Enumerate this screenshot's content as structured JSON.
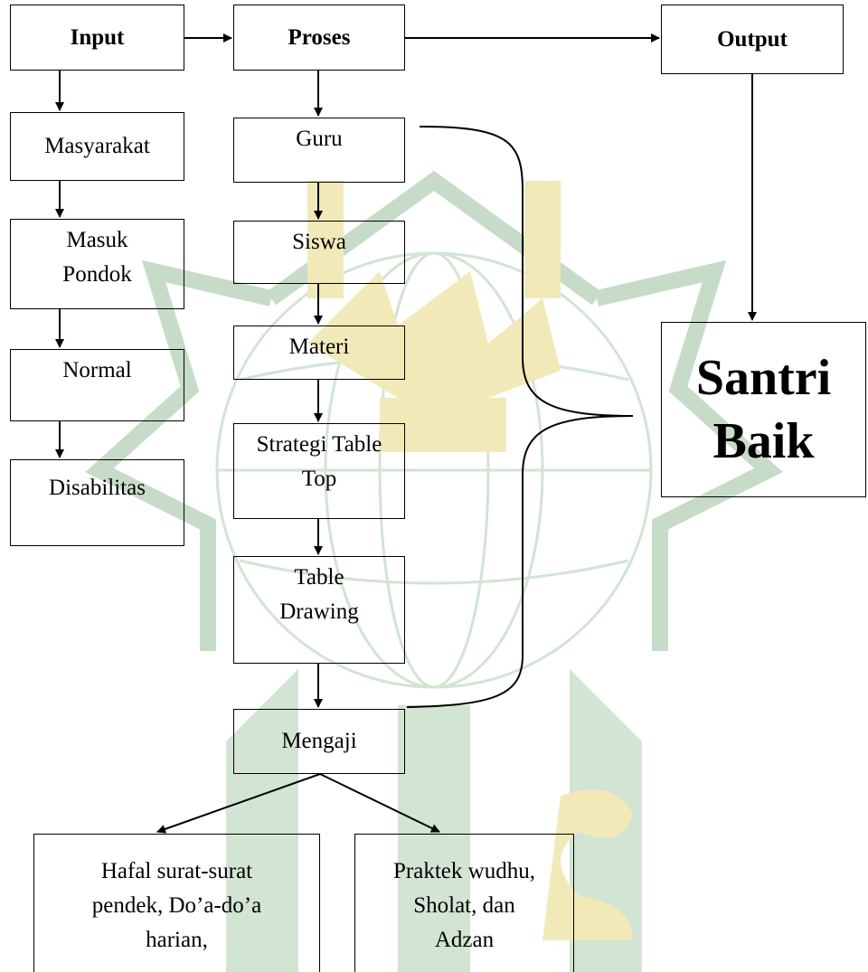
{
  "diagram": {
    "headers": {
      "input": "Input",
      "process": "Proses",
      "output": "Output"
    },
    "input_column": [
      "Masyarakat",
      "Masuk\nPondok",
      "Normal",
      "Disabilitas"
    ],
    "process_column": [
      "Guru",
      "Siswa",
      "Materi",
      "Strategi Table\nTop",
      "Table\nDrawing",
      "Mengaji"
    ],
    "result": "Santri\nBaik",
    "outcomes": [
      "Hafal surat-surat\npendek, Do’a-do’a\nharian,",
      "Praktek wudhu,\nSholat, dan\nAdzan"
    ]
  },
  "colors": {
    "line": "#000000",
    "watermark_green": "#c7dcc8",
    "watermark_yellow": "#f2e9b9"
  },
  "icons": [
    "arrow-icon",
    "brace-icon",
    "watermark-logo-icon"
  ]
}
